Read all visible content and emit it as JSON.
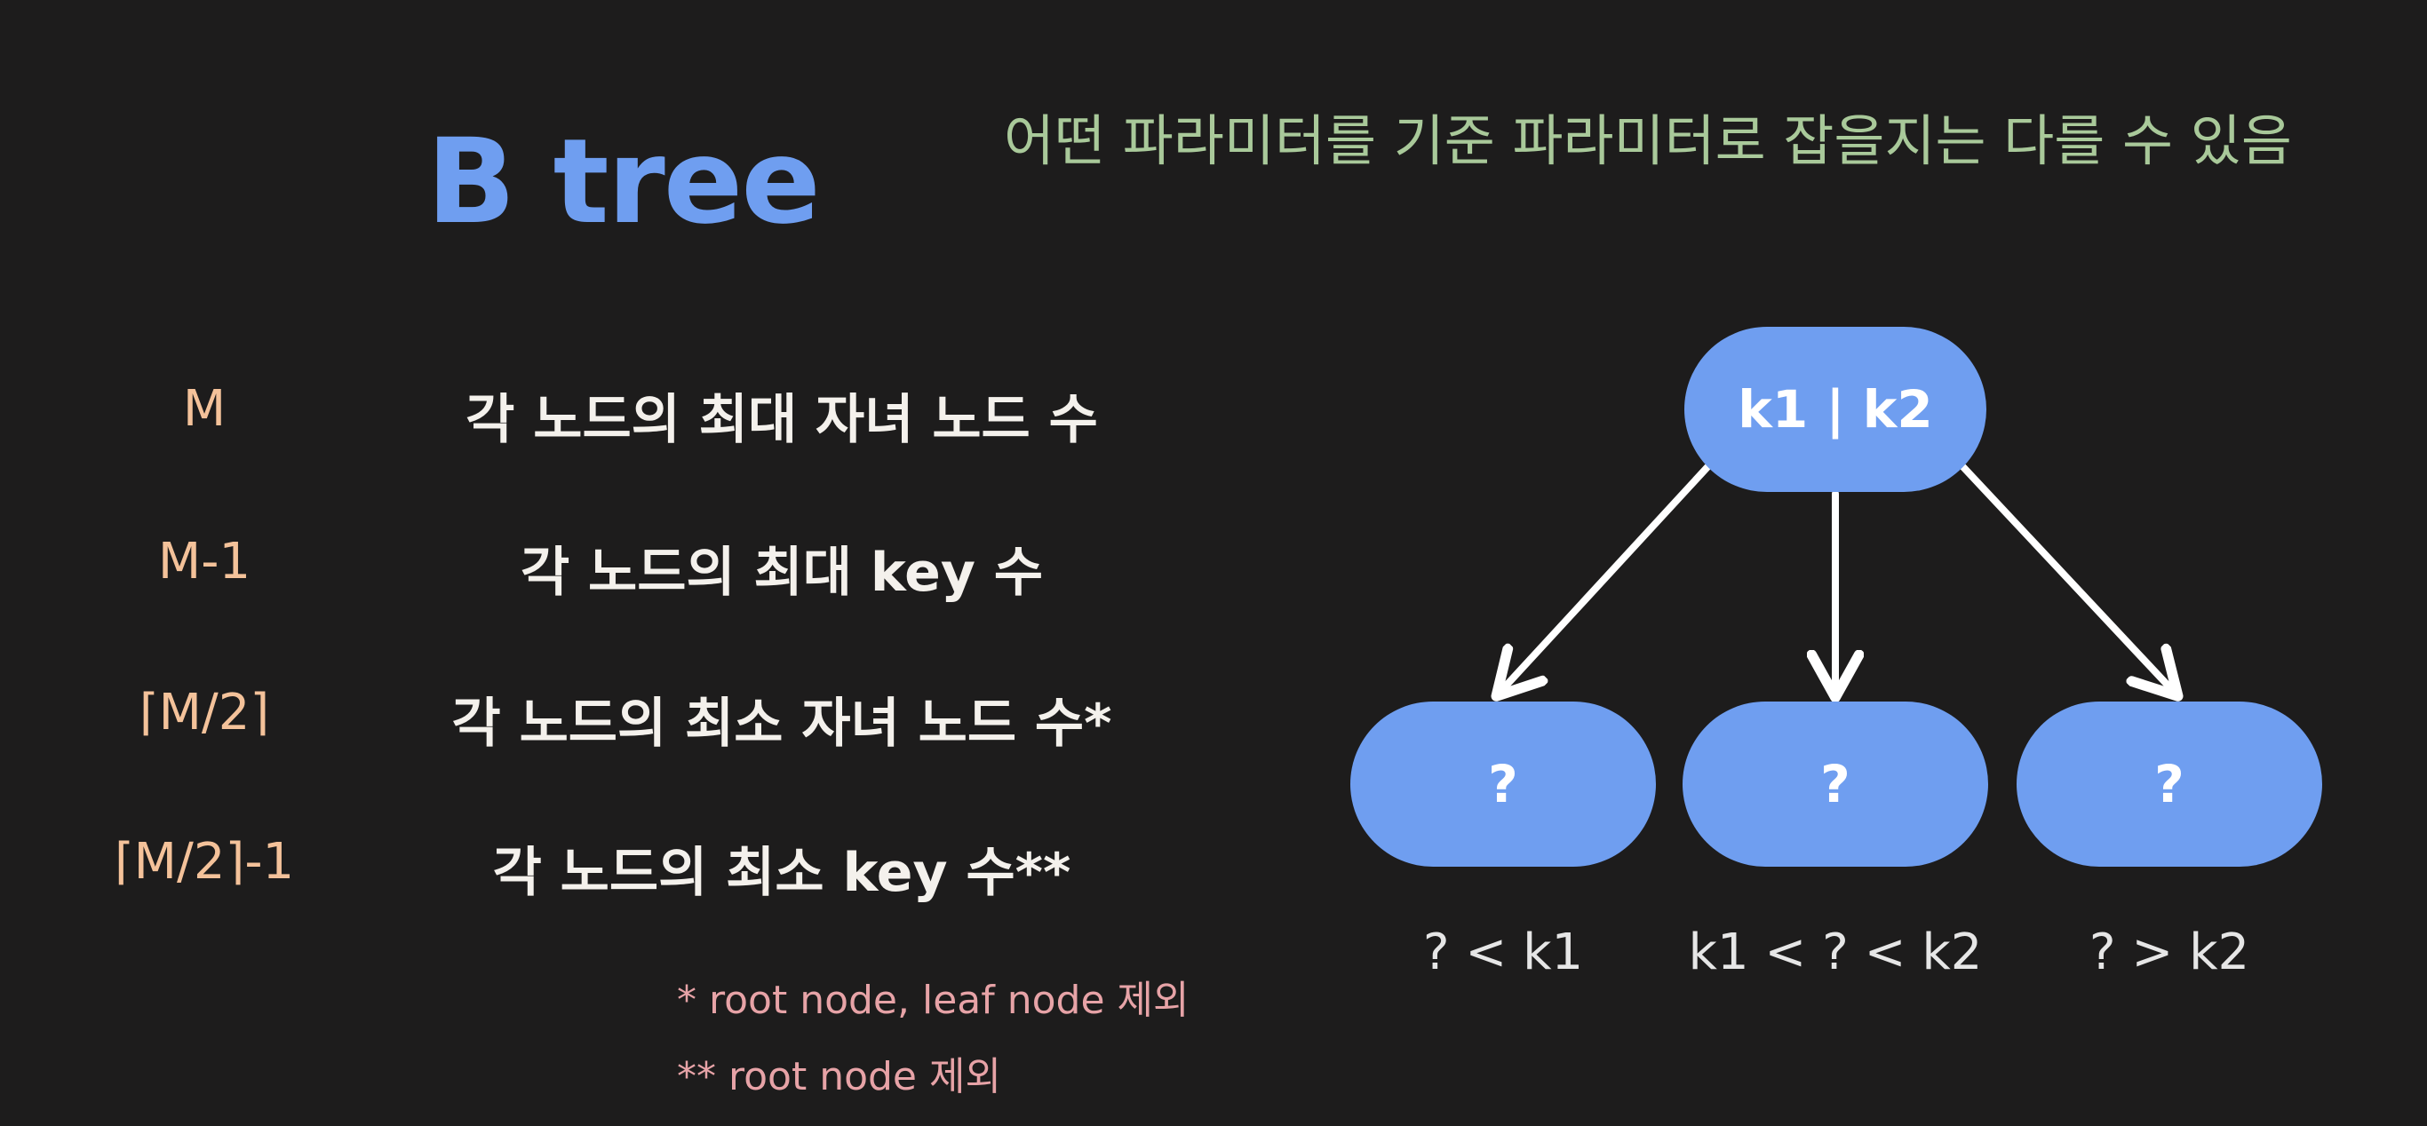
{
  "title": "B tree",
  "top_note": "어떤 파라미터를 기준 파라미터로 잡을지는 다를 수 있음",
  "rows": [
    {
      "symbol": "M",
      "description": "각 노드의 최대 자녀 노드 수"
    },
    {
      "symbol": "M-1",
      "description": "각 노드의 최대 key 수"
    },
    {
      "symbol": "⌈M/2⌉",
      "description": "각 노드의 최소 자녀 노드 수*"
    },
    {
      "symbol": "⌈M/2⌉-1",
      "description": "각 노드의 최소 key 수**"
    }
  ],
  "footnotes": [
    "* root node, leaf node 제외",
    "** root node 제외"
  ],
  "tree": {
    "root_label": "k1 | k2",
    "children": [
      {
        "label": "?",
        "condition": "? < k1"
      },
      {
        "label": "?",
        "condition": "k1 < ? < k2"
      },
      {
        "label": "?",
        "condition": "? > k2"
      }
    ]
  },
  "colors": {
    "background": "#1d1c1c",
    "title": "#6f9ef0",
    "node": "#6f9ef0",
    "note": "#a9c99a",
    "symbol": "#f4c29a",
    "footnote": "#e7a3a7",
    "arrow": "#ffffff"
  }
}
